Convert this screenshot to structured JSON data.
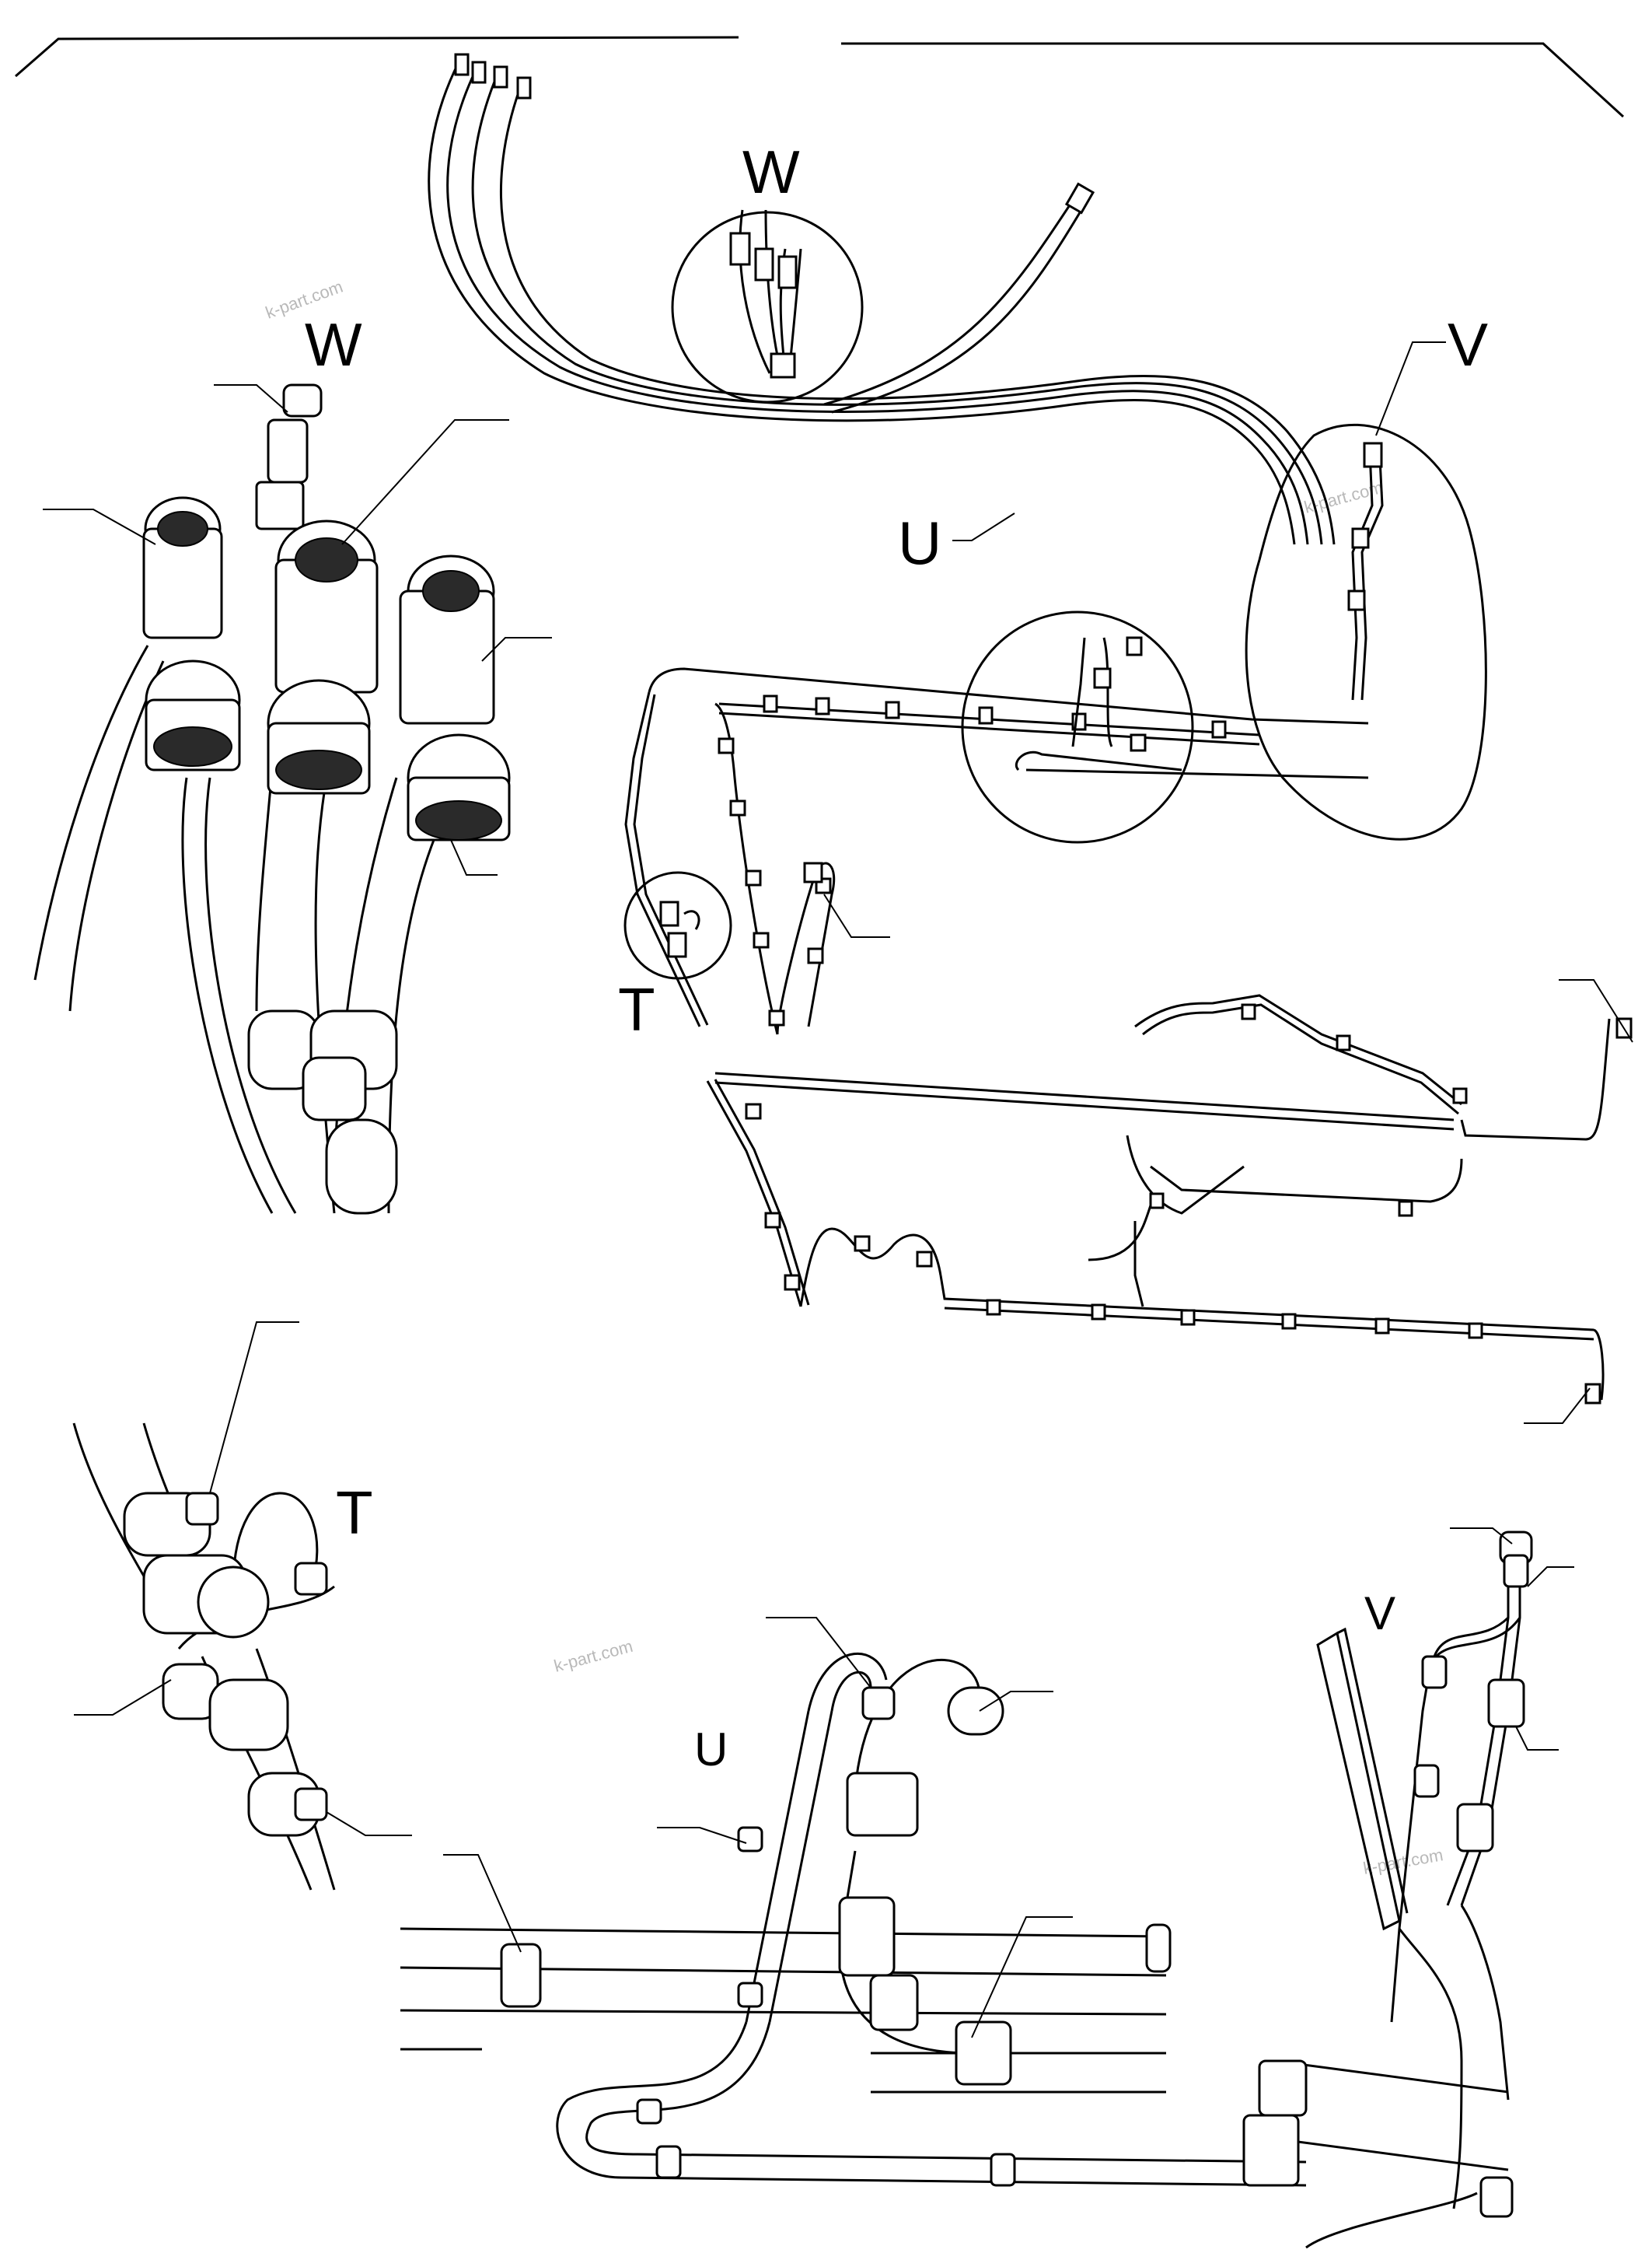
{
  "views": {
    "w_detail": "W",
    "w_callout": "W",
    "v_detail": "V",
    "v_callout": "V",
    "u_detail": "U",
    "u_callout": "U",
    "t_detail": "T",
    "t_callout": "T"
  },
  "watermark": "k-part.com",
  "icons": {
    "connector": "circular-connector-icon",
    "clamp": "hose-clamp-icon",
    "fitting": "hose-fitting-icon"
  },
  "colors": {
    "line": "#000000",
    "background": "#ffffff",
    "watermark": "#b9b9b9"
  }
}
